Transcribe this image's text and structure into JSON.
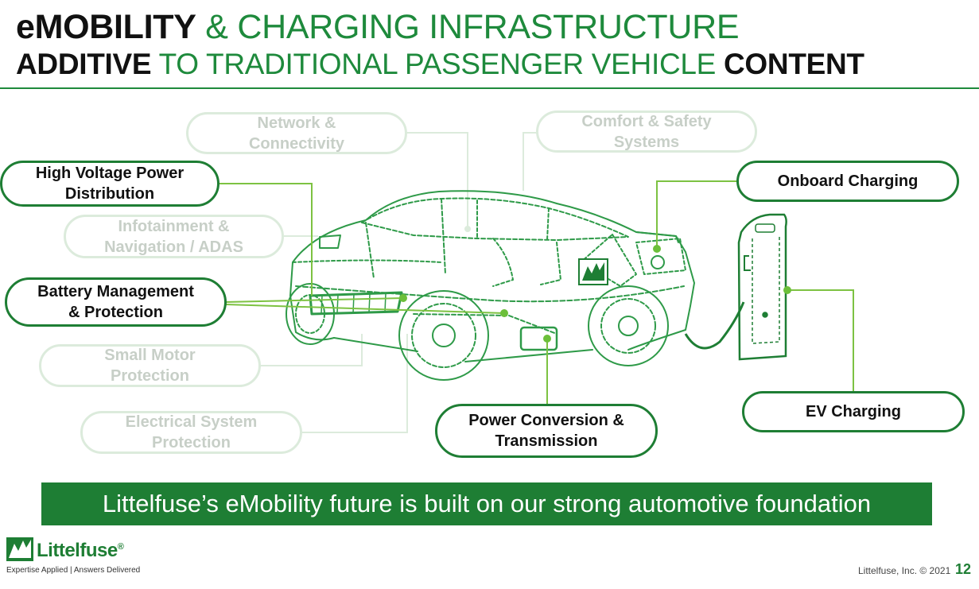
{
  "header": {
    "line1_bold": "eMOBILITY",
    "line1_rest": " & CHARGING INFRASTRUCTURE",
    "line2_bold_a": "ADDITIVE",
    "line2_mid": " TO TRADITIONAL PASSENGER VEHICLE ",
    "line2_bold_b": "CONTENT"
  },
  "callouts": {
    "high_voltage_l1": "High Voltage Power",
    "high_voltage_l2": "Distribution",
    "battery_l1": "Battery Management",
    "battery_l2": "& Protection",
    "power_conversion_l1": "Power Conversion &",
    "power_conversion_l2": "Transmission",
    "onboard_charging": "Onboard Charging",
    "ev_charging": "EV Charging"
  },
  "faded_callouts": {
    "network_l1": "Network &",
    "network_l2": "Connectivity",
    "comfort_l1": "Comfort & Safety",
    "comfort_l2": "Systems",
    "infotainment_l1": "Infotainment &",
    "infotainment_l2": "Navigation / ADAS",
    "small_motor_l1": "Small Motor",
    "small_motor_l2": "Protection",
    "electrical_l1": "Electrical System",
    "electrical_l2": "Protection"
  },
  "banner": "Littelfuse’s eMobility future is built on our strong automotive foundation",
  "footer": {
    "brand": "Littelfuse",
    "brand_mark": "®",
    "tagline": "Expertise Applied | Answers Delivered",
    "copyright": "Littelfuse, Inc. © 2021",
    "page_number": "12"
  },
  "colors": {
    "brand_green": "#1e7e34",
    "title_green": "#1e8a3c",
    "faded_border": "#dcebdc",
    "connector_green": "#7dc242"
  },
  "icons": [
    "car-wireframe-illustration",
    "charging-station-illustration",
    "littelfuse-logo-icon"
  ]
}
